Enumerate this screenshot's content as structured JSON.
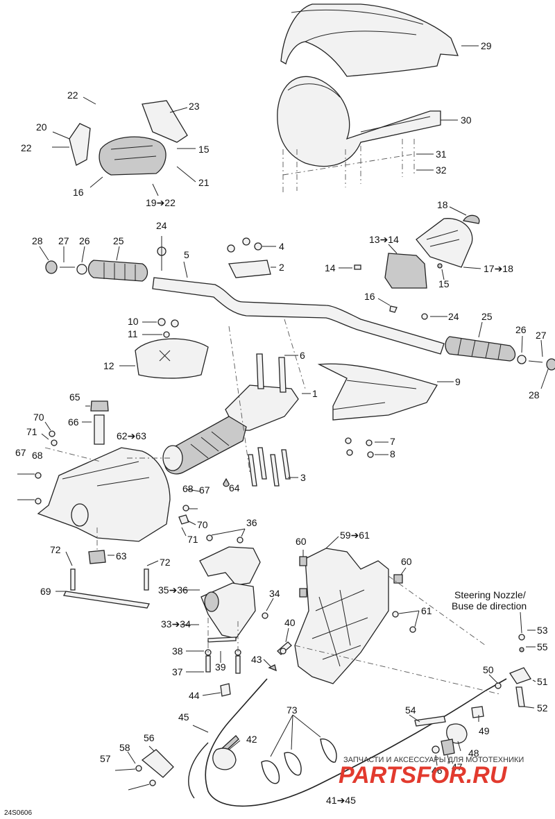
{
  "drawing_id": "24S0606",
  "steering_note": {
    "line1": "Steering Nozzle/",
    "line2": "Buse de direction"
  },
  "watermark": {
    "caption": "ЗАПЧАСТИ И АКСЕССУАРЫ ДЛЯ МОТОТЕХНИКИ",
    "brand": "PARTSFOR.RU"
  },
  "callouts": {
    "c29": "29",
    "c30": "30",
    "c31": "31",
    "c32": "32",
    "c22a": "22",
    "c23": "23",
    "c20": "20",
    "c22b": "22",
    "c15a": "15",
    "c21": "21",
    "c16a": "16",
    "c19_22": "19➔22",
    "c24a": "24",
    "c28a": "28",
    "c27a": "27",
    "c26a": "26",
    "c25a": "25",
    "c5": "5",
    "c4": "4",
    "c2": "2",
    "c18": "18",
    "c13_14": "13➔14",
    "c14": "14",
    "c17_18": "17➔18",
    "c15b": "15",
    "c16b": "16",
    "c24b": "24",
    "c25b": "25",
    "c26b": "26",
    "c27b": "27",
    "c28b": "28",
    "c10": "10",
    "c11": "11",
    "c12": "12",
    "c6": "6",
    "c1": "1",
    "c9": "9",
    "c65": "65",
    "c70a": "70",
    "c66": "66",
    "c71a": "71",
    "c62_63": "62➔63",
    "c67a": "67",
    "c68a": "68",
    "c68b": "68",
    "c67b": "67",
    "c64": "64",
    "c7": "7",
    "c8": "8",
    "c3": "3",
    "c70b": "70",
    "c71b": "71",
    "c72a": "72",
    "c63": "63",
    "c72b": "72",
    "c69": "69",
    "c36": "36",
    "c35_36": "35➔36",
    "c60a": "60",
    "c59_61": "59➔61",
    "c60b": "60",
    "c34": "34",
    "c33_34": "33➔34",
    "c40": "40",
    "c61": "61",
    "c38": "38",
    "c43": "43",
    "c37": "37",
    "c39": "39",
    "c53": "53",
    "c55": "55",
    "c51": "51",
    "c50": "50",
    "c52": "52",
    "c44": "44",
    "c54": "54",
    "c45": "45",
    "c49": "49",
    "c56": "56",
    "c42": "42",
    "c73": "73",
    "c48": "48",
    "c58": "58",
    "c57": "57",
    "c47": "47",
    "c46": "46",
    "c41_45": "41➔45"
  }
}
